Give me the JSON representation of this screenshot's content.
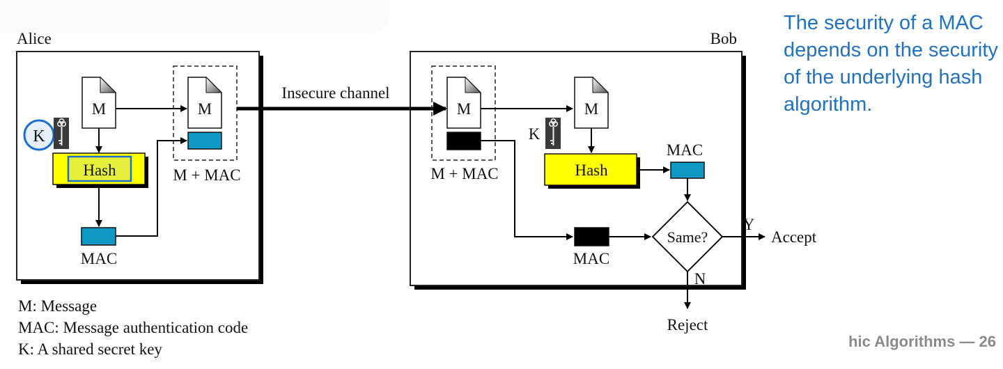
{
  "diagram": {
    "alice": {
      "label": "Alice",
      "message_label": "M",
      "key_label": "K",
      "hash_label": "Hash",
      "mac_label": "MAC",
      "bundle_message_label": "M",
      "bundle_label": "M + MAC"
    },
    "channel": {
      "label": "Insecure channel"
    },
    "bob": {
      "label": "Bob",
      "received_message_label": "M",
      "received_bundle_label": "M + MAC",
      "message_label": "M",
      "key_label": "K",
      "hash_label": "Hash",
      "computed_mac_label": "MAC",
      "received_mac_label": "MAC",
      "decision_label": "Same?",
      "yes_label": "Y",
      "no_label": "N"
    },
    "outcomes": {
      "accept": "Accept",
      "reject": "Reject"
    },
    "colors": {
      "mac_computed": "#0e98c4",
      "mac_received": "#000000",
      "hash_fill": "#ffff00",
      "highlight_circle": "#1a6fd0",
      "highlight_box": "#1a6fd0",
      "note_text": "#1f72c0"
    }
  },
  "legend": [
    "M: Message",
    "MAC: Message authentication code",
    "K: A shared secret key"
  ],
  "note": "The security of a MAC depends on the security of the underlying hash algorithm.",
  "footer": "hic Algorithms — 26"
}
